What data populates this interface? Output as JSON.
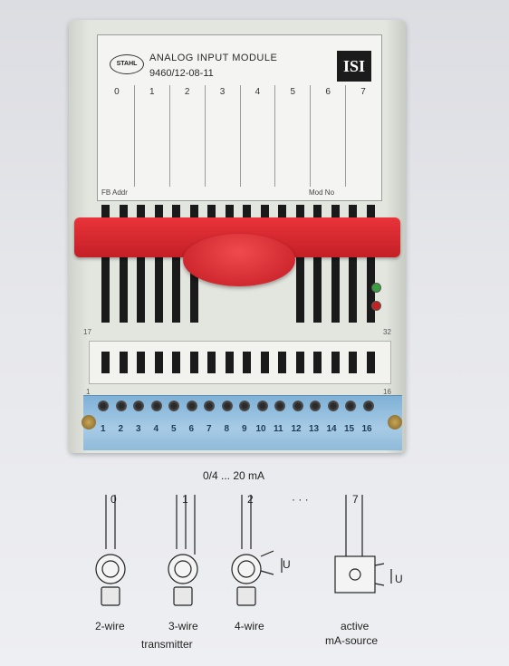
{
  "module": {
    "brand": "STAHL",
    "title": "ANALOG INPUT MODULE",
    "model": "9460/12-08-11",
    "badge": "ISI",
    "channels": [
      "0",
      "1",
      "2",
      "3",
      "4",
      "5",
      "6",
      "7"
    ],
    "fb_addr": "FB Addr",
    "mod_no": "Mod No",
    "pin_left_top": "17",
    "pin_right_top": "32",
    "pin_left_bottom": "1",
    "pin_right_bottom": "16",
    "terminals": [
      "1",
      "2",
      "3",
      "4",
      "5",
      "6",
      "7",
      "8",
      "9",
      "10",
      "11",
      "12",
      "13",
      "14",
      "15",
      "16"
    ],
    "colors": {
      "lever": "#d8262c",
      "terminal_block": "#8fbad9",
      "led_green": "#3aa03f",
      "led_red": "#c22222"
    }
  },
  "diagram": {
    "range_label": "0/4 ... 20 mA",
    "ch0": "0",
    "ch1": "1",
    "ch2": "2",
    "dots": "· · ·",
    "ch7": "7",
    "u_label_a": "U",
    "u_label_b": "U",
    "wire2": "2-wire",
    "wire3": "3-wire",
    "wire4": "4-wire",
    "transmitter": "transmitter",
    "active": "active",
    "ma_source": "mA-source"
  }
}
